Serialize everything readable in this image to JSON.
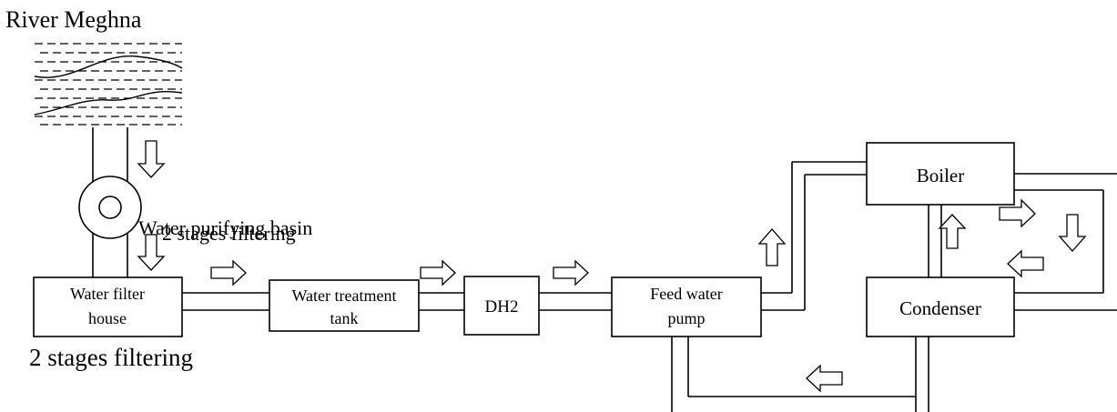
{
  "source": {
    "title": "River Meghna"
  },
  "basin": {
    "line1": "Water purifying basin",
    "line2": "2 stages filtering"
  },
  "filter_house": {
    "line1": "Water filter",
    "line2": "house",
    "caption": "2 stages filtering"
  },
  "treatment_tank": {
    "line1": "Water treatment",
    "line2": "tank"
  },
  "dh2": {
    "label": "DH2"
  },
  "feed_pump": {
    "line1": "Feed water",
    "line2": "pump"
  },
  "boiler": {
    "label": "Boiler"
  },
  "condenser": {
    "label": "Condenser"
  }
}
